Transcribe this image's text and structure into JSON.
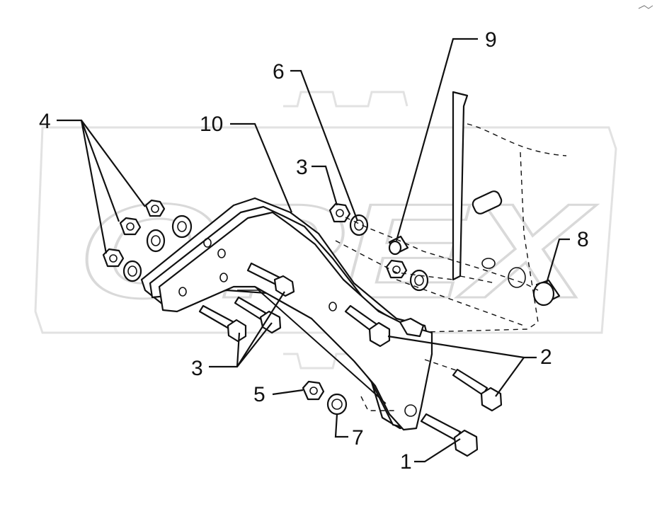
{
  "diagram": {
    "watermark": "OPEX",
    "accent_color": "#111111",
    "watermark_color": "#d9d9d9",
    "callouts": [
      {
        "id": "c1",
        "label": "1"
      },
      {
        "id": "c2",
        "label": "2"
      },
      {
        "id": "c3a",
        "label": "3"
      },
      {
        "id": "c3b",
        "label": "3"
      },
      {
        "id": "c4",
        "label": "4"
      },
      {
        "id": "c5",
        "label": "5"
      },
      {
        "id": "c6",
        "label": "6"
      },
      {
        "id": "c7",
        "label": "7"
      },
      {
        "id": "c8",
        "label": "8"
      },
      {
        "id": "c9",
        "label": "9"
      },
      {
        "id": "c10",
        "label": "10"
      }
    ]
  }
}
